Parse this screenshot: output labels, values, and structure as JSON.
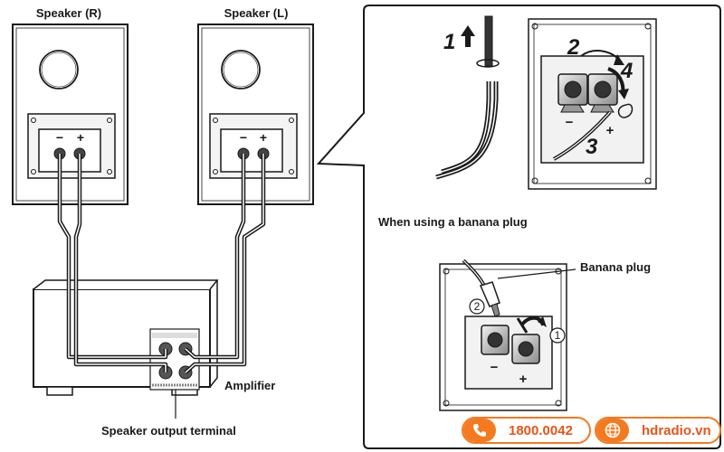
{
  "labels": {
    "speaker_r": "Speaker (R)",
    "speaker_l": "Speaker (L)",
    "amplifier": "Amplifier",
    "speaker_output_terminal": "Speaker output terminal",
    "banana_heading": "When using a banana plug",
    "banana_plug": "Banana plug"
  },
  "terminal_signs": {
    "minus": "−",
    "plus": "+"
  },
  "steps": [
    "1",
    "2",
    "3",
    "4"
  ],
  "banana_steps": [
    "①",
    "②"
  ],
  "contact": {
    "phone": "1800.0042",
    "website": "hdradio.vn"
  },
  "colors": {
    "accent": "#f47a20",
    "accent_text": "#e4561a",
    "line": "#1a1a1a"
  },
  "icons": [
    "phone-icon",
    "globe-icon",
    "rotate-arrow-icon",
    "up-arrow-icon"
  ]
}
